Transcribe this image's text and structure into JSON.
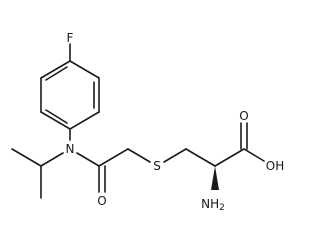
{
  "molecule": {
    "atom_labels": {
      "fluorine": "F",
      "nitrogen": "N",
      "oxygen_amide": "O",
      "sulfur": "S",
      "oxygen_acid": "O",
      "hydroxyl": "OH",
      "amine": "NH",
      "amine_subscript": "2"
    }
  },
  "colors": {
    "bond": "#1a1a1a",
    "background": "#ffffff"
  }
}
